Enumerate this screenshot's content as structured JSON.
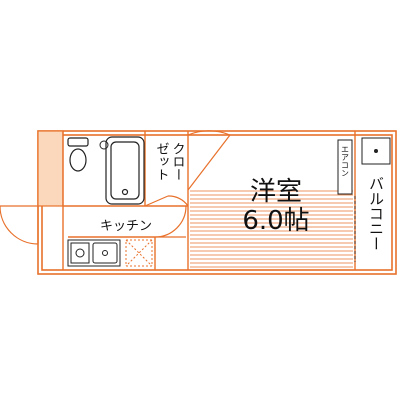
{
  "labels": {
    "closet_line1": "クロー",
    "closet_line2": "ゼット",
    "kitchen": "キッチン",
    "room_name": "洋室",
    "room_size": "6.0帖",
    "aircon": "エアコン",
    "balcony": "バルコニー"
  },
  "colors": {
    "wall": "#e8712b",
    "fixture": "#222222",
    "text": "#111111",
    "accent_fill": "#f9a46a"
  }
}
